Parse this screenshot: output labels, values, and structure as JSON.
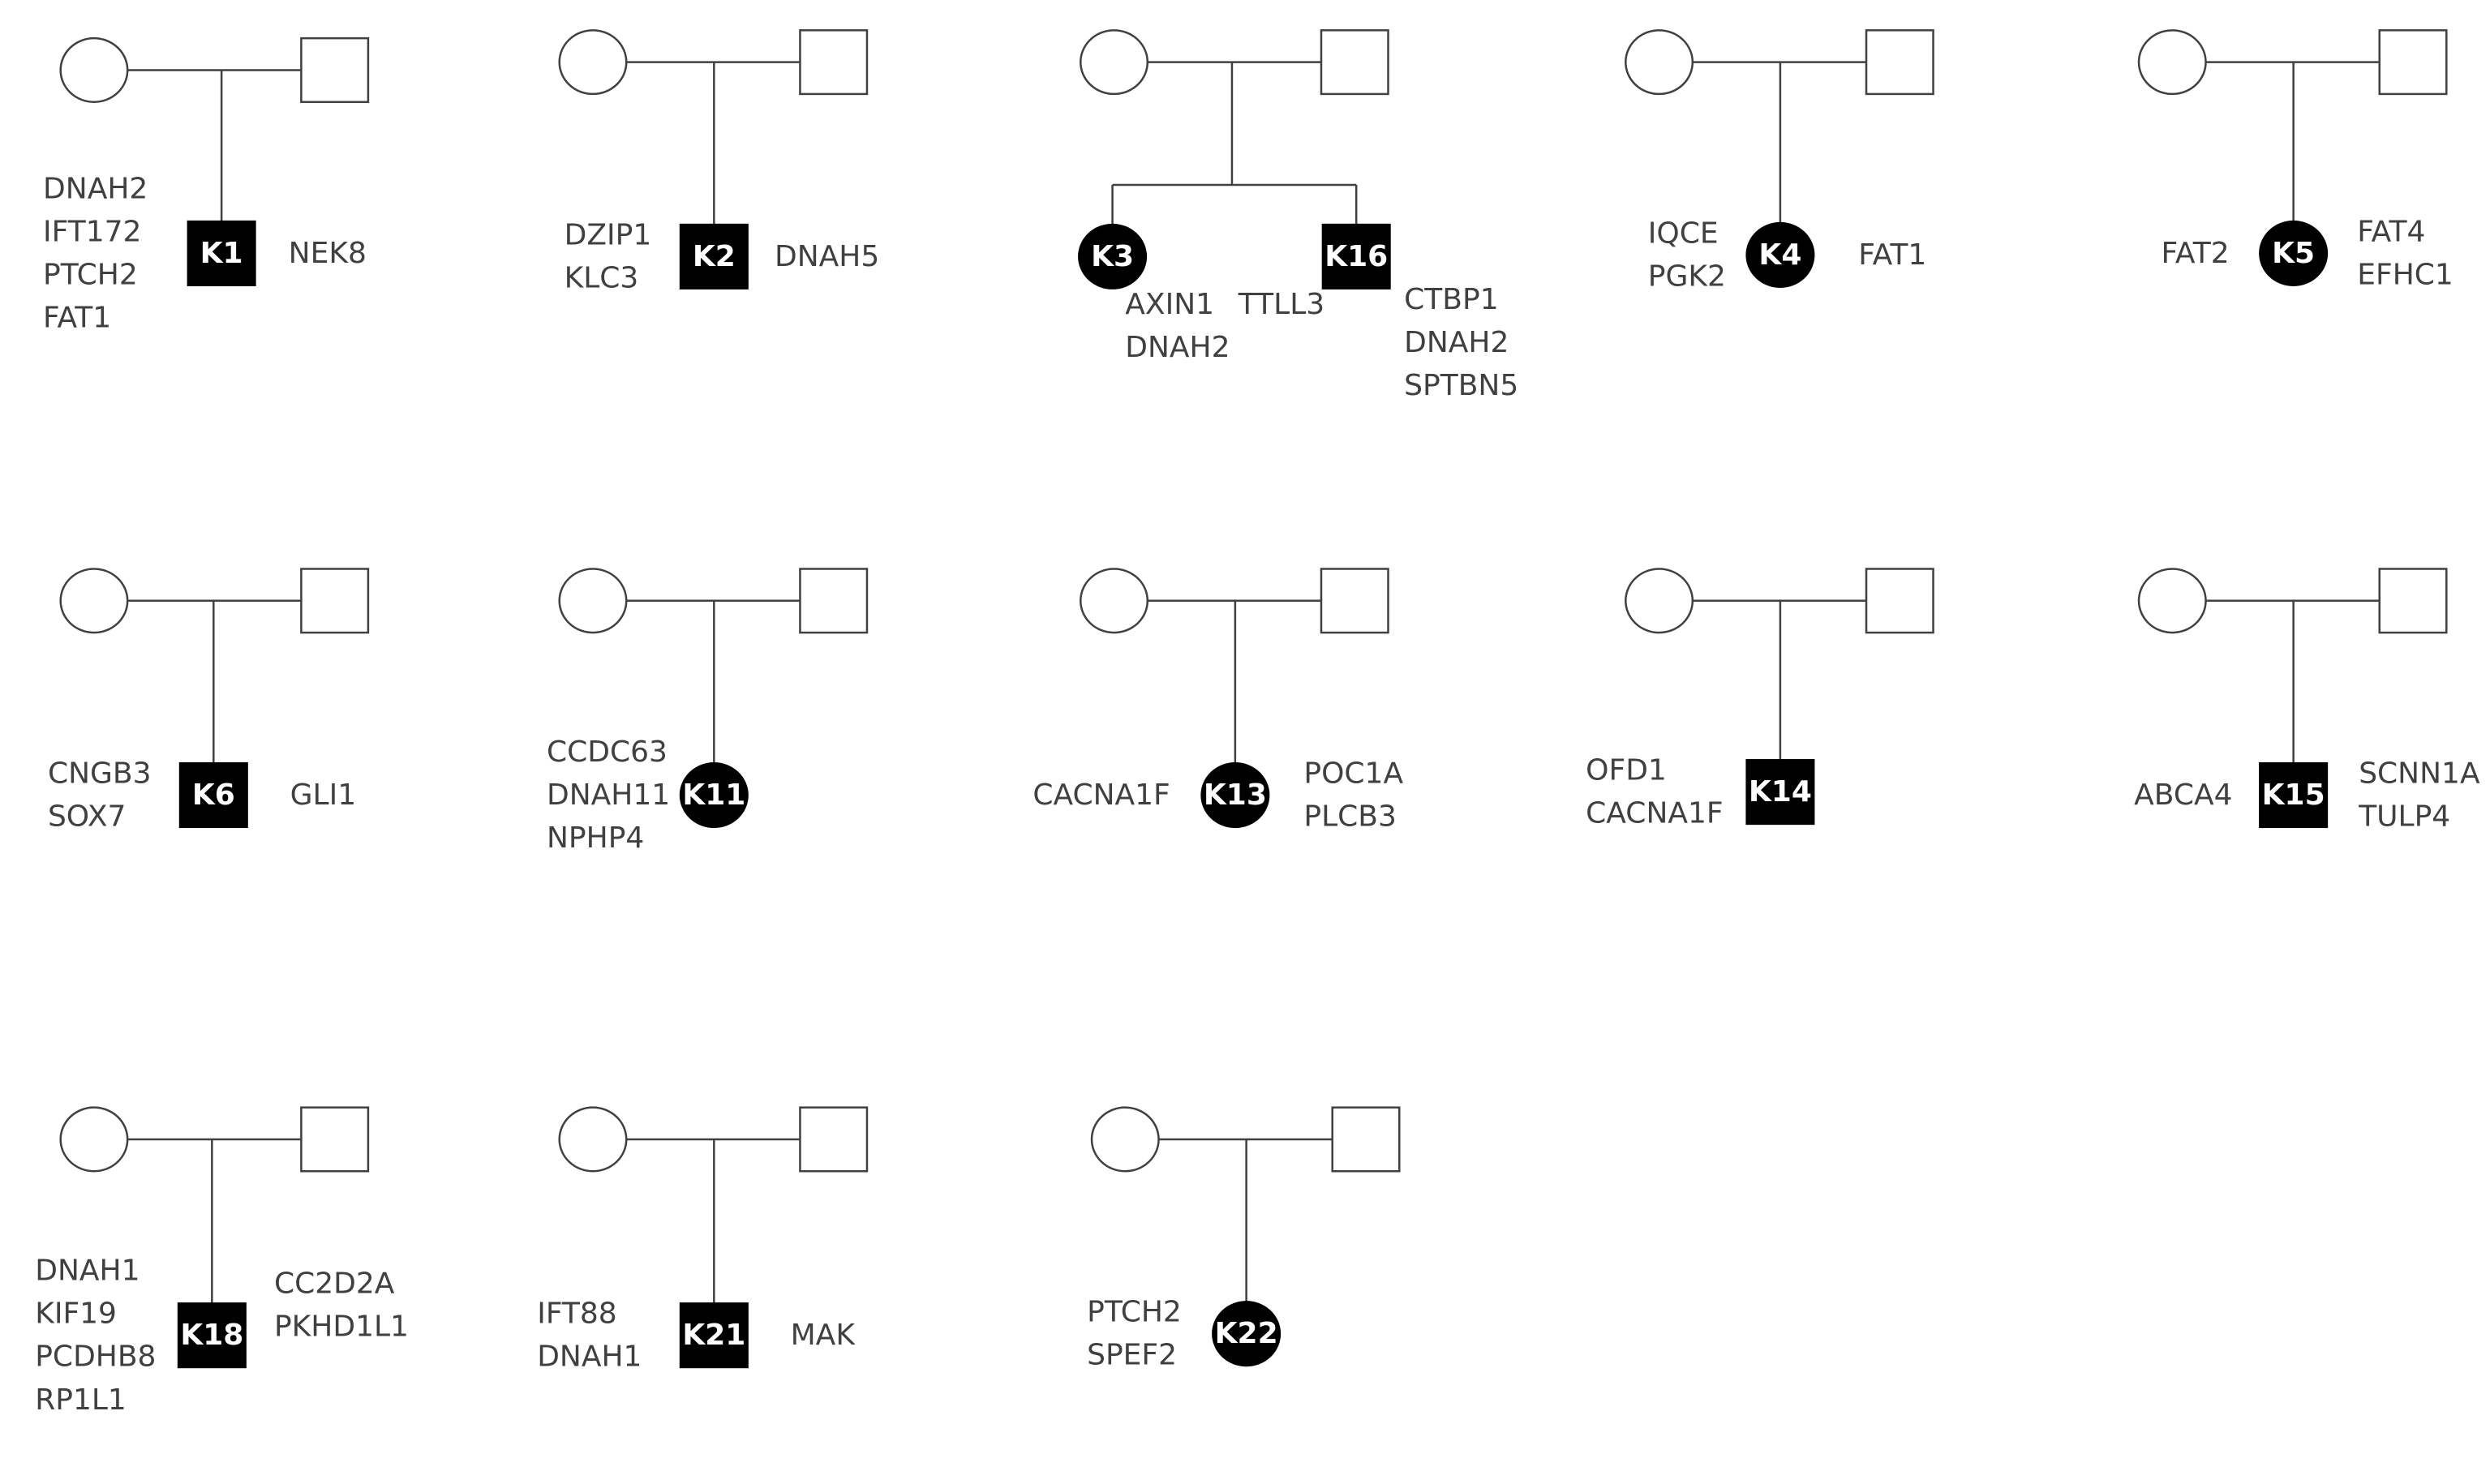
{
  "families": [
    {
      "id": "K1",
      "sex": "male",
      "left_genes": [
        "DNAH2",
        "IFT172",
        "PTCH2",
        "FAT1"
      ],
      "right_genes": [
        "NEK8"
      ]
    },
    {
      "id": "K2",
      "sex": "male",
      "left_genes": [
        "DZIP1",
        "KLC3"
      ],
      "right_genes": [
        "DNAH5"
      ]
    },
    {
      "id": "K3",
      "sex": "female",
      "sibling_of": "K16",
      "below_genes": [
        "AXIN1",
        "DNAH2"
      ],
      "right_genes": [
        "TTLL3"
      ]
    },
    {
      "id": "K16",
      "sex": "male",
      "sibling_of": "K3",
      "below_genes": [
        "CTBP1",
        "DNAH2",
        "SPTBN5"
      ]
    },
    {
      "id": "K4",
      "sex": "female",
      "left_genes": [
        "IQCE",
        "PGK2"
      ],
      "right_genes": [
        "FAT1"
      ]
    },
    {
      "id": "K5",
      "sex": "female",
      "left_genes": [
        "FAT2"
      ],
      "right_genes": [
        "FAT4",
        "EFHC1"
      ]
    },
    {
      "id": "K6",
      "sex": "male",
      "left_genes": [
        "CNGB3",
        "SOX7"
      ],
      "right_genes": [
        "GLI1"
      ]
    },
    {
      "id": "K11",
      "sex": "female",
      "left_genes": [
        "CCDC63",
        "DNAH11",
        "NPHP4"
      ],
      "right_genes": []
    },
    {
      "id": "K13",
      "sex": "female",
      "left_genes": [
        "CACNA1F"
      ],
      "right_genes": [
        "POC1A",
        "PLCB3"
      ]
    },
    {
      "id": "K14",
      "sex": "male",
      "left_genes": [
        "OFD1",
        "CACNA1F"
      ],
      "right_genes": []
    },
    {
      "id": "K15",
      "sex": "male",
      "left_genes": [
        "ABCA4"
      ],
      "right_genes": [
        "SCNN1A",
        "TULP4"
      ]
    },
    {
      "id": "K18",
      "sex": "male",
      "left_genes": [
        "DNAH1",
        "KIF19",
        "PCDHB8",
        "RP1L1"
      ],
      "right_genes": [
        "CC2D2A",
        "PKHD1L1"
      ]
    },
    {
      "id": "K21",
      "sex": "male",
      "left_genes": [
        "IFT88",
        "DNAH1"
      ],
      "right_genes": [
        "MAK"
      ]
    },
    {
      "id": "K22",
      "sex": "female",
      "left_genes": [
        "PTCH2",
        "SPEF2"
      ],
      "right_genes": []
    }
  ]
}
